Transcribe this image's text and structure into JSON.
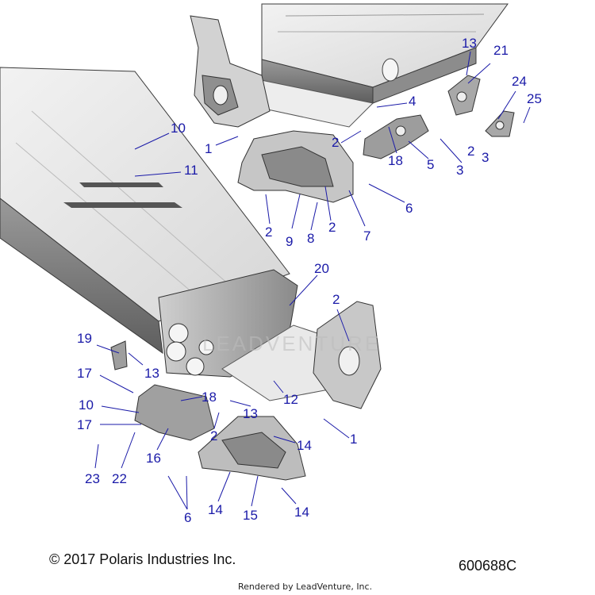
{
  "footer": {
    "copyright": "© 2017 Polaris Industries Inc.",
    "part_number": "600688C",
    "rendered_by": "Rendered by LeadVenture, Inc."
  },
  "watermark": "LEADVENTURE",
  "colors": {
    "callout": "#1a1aa8",
    "frame_light": "#e6e6e6",
    "frame_mid": "#b9b9b9",
    "frame_dark": "#6f6f6f",
    "outline": "#3a3a3a"
  },
  "callouts": [
    {
      "id": "c13a",
      "text": "13"
    },
    {
      "id": "c21",
      "text": "21"
    },
    {
      "id": "c24",
      "text": "24"
    },
    {
      "id": "c25",
      "text": "25"
    },
    {
      "id": "c4",
      "text": "4"
    },
    {
      "id": "c10a",
      "text": "10"
    },
    {
      "id": "c1a",
      "text": "1"
    },
    {
      "id": "c2a",
      "text": "2"
    },
    {
      "id": "c2b",
      "text": "2"
    },
    {
      "id": "c3a",
      "text": "3"
    },
    {
      "id": "c18a",
      "text": "18"
    },
    {
      "id": "c5",
      "text": "5"
    },
    {
      "id": "c3b",
      "text": "3"
    },
    {
      "id": "c11",
      "text": "11"
    },
    {
      "id": "c6a",
      "text": "6"
    },
    {
      "id": "c2c",
      "text": "2"
    },
    {
      "id": "c9",
      "text": "9"
    },
    {
      "id": "c8",
      "text": "8"
    },
    {
      "id": "c2d",
      "text": "2"
    },
    {
      "id": "c7",
      "text": "7"
    },
    {
      "id": "c20",
      "text": "20"
    },
    {
      "id": "c2e",
      "text": "2"
    },
    {
      "id": "c19",
      "text": "19"
    },
    {
      "id": "c13b",
      "text": "13"
    },
    {
      "id": "c17a",
      "text": "17"
    },
    {
      "id": "c12",
      "text": "12"
    },
    {
      "id": "c10b",
      "text": "10"
    },
    {
      "id": "c18b",
      "text": "18"
    },
    {
      "id": "c13c",
      "text": "13"
    },
    {
      "id": "c17b",
      "text": "17"
    },
    {
      "id": "c2f",
      "text": "2"
    },
    {
      "id": "c14a",
      "text": "14"
    },
    {
      "id": "c1b",
      "text": "1"
    },
    {
      "id": "c16",
      "text": "16"
    },
    {
      "id": "c23",
      "text": "23"
    },
    {
      "id": "c22",
      "text": "22"
    },
    {
      "id": "c14b",
      "text": "14"
    },
    {
      "id": "c15",
      "text": "15"
    },
    {
      "id": "c14c",
      "text": "14"
    },
    {
      "id": "c6b",
      "text": "6"
    }
  ]
}
